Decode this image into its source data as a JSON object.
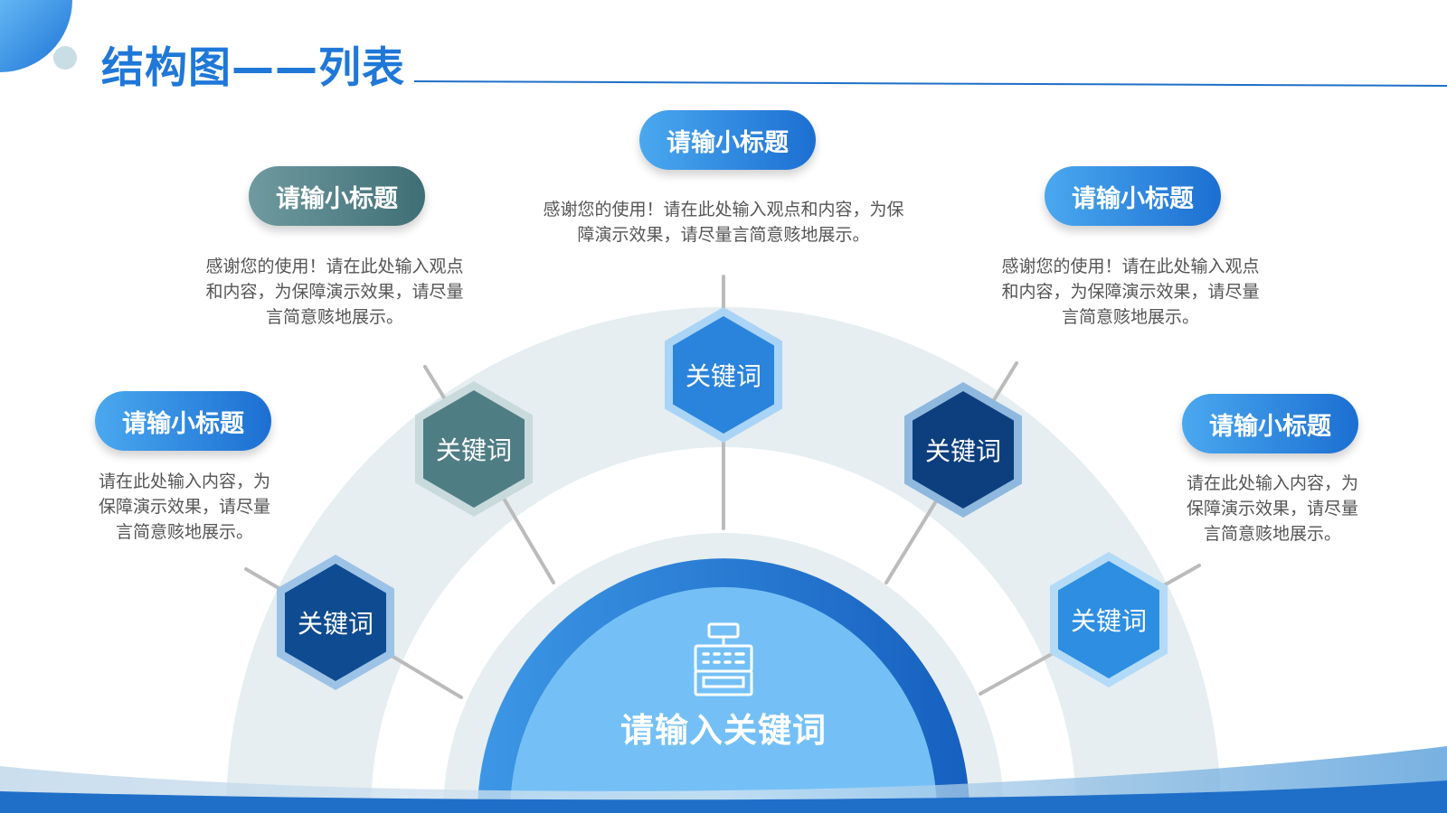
{
  "title": "结构图——列表",
  "center": {
    "icon": "cash-register-icon",
    "label": "请输入关键词"
  },
  "items": [
    {
      "subtitle": "请输小标题",
      "desc_lines": [
        "请在此处输入内容，为",
        "保障演示效果，请尽量",
        "言简意赅地展示。"
      ],
      "keyword": "关键词"
    },
    {
      "subtitle": "请输小标题",
      "desc_lines": [
        "感谢您的使用！请在此处输入观点",
        "和内容，为保障演示效果，请尽量",
        "言简意赅地展示。"
      ],
      "keyword": "关键词"
    },
    {
      "subtitle": "请输小标题",
      "desc_lines": [
        "感谢您的使用！请在此处输入观点和内容，为保",
        "障演示效果，请尽量言简意赅地展示。"
      ],
      "keyword": "关键词"
    },
    {
      "subtitle": "请输小标题",
      "desc_lines": [
        "感谢您的使用！请在此处输入观点",
        "和内容，为保障演示效果，请尽量",
        "言简意赅地展示。"
      ],
      "keyword": "关键词"
    },
    {
      "subtitle": "请输小标题",
      "desc_lines": [
        "请在此处输入内容，为",
        "保障演示效果，请尽量",
        "言简意赅地展示。"
      ],
      "keyword": "关键词"
    }
  ],
  "colors": {
    "title": "#1f78d8",
    "blue_dark": "#0d4a8e",
    "blue_mid": "#1c6fd2",
    "blue_light": "#5cb3f2",
    "teal": "#4f7d84",
    "arc_pale": "#e6eef1",
    "connector": "#bbbbbb",
    "text": "#555555"
  }
}
